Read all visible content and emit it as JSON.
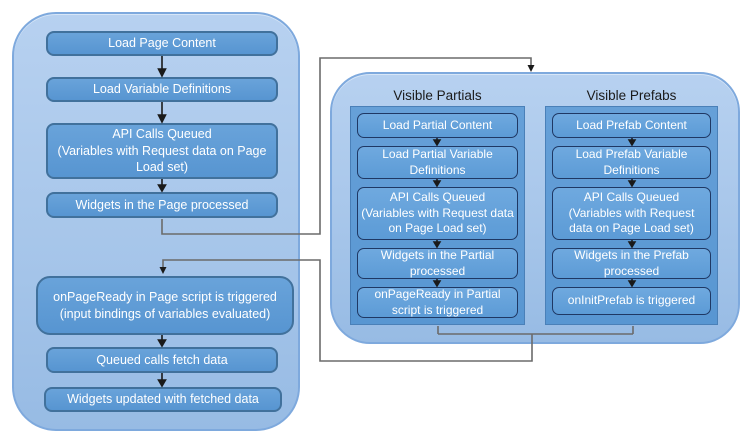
{
  "left": {
    "boxes": [
      "Load Page Content",
      "Load Variable Definitions",
      "API Calls Queued\n(Variables with Request data on Page Load set)",
      "Widgets in the Page processed",
      "onPageReady in Page script is triggered\n(input bindings of variables evaluated)",
      "Queued calls fetch data",
      "Widgets updated with fetched data"
    ]
  },
  "partials": {
    "title": "Visible Partials",
    "boxes": [
      "Load Partial Content",
      "Load Partial Variable Definitions",
      "API Calls Queued\n(Variables with Request data on Page Load set)",
      "Widgets in the Partial processed",
      "onPageReady in Partial script is triggered"
    ]
  },
  "prefabs": {
    "title": "Visible Prefabs",
    "boxes": [
      "Load Prefab Content",
      "Load Prefab Variable Definitions",
      "API Calls Queued\n(Variables with Request data on Page Load set)",
      "Widgets in the Prefab processed",
      "onInitPrefab is triggered"
    ]
  },
  "colors": {
    "accent": "#5B9BD5",
    "container_fill": "#A7C6EA",
    "container_border": "#7EA9DD",
    "box_border": "#41719C",
    "panel_box_border": "#1F3864",
    "connector": "#6B6B6B",
    "box_text": "#FFFFFF",
    "title_text": "#1A1A1A"
  }
}
